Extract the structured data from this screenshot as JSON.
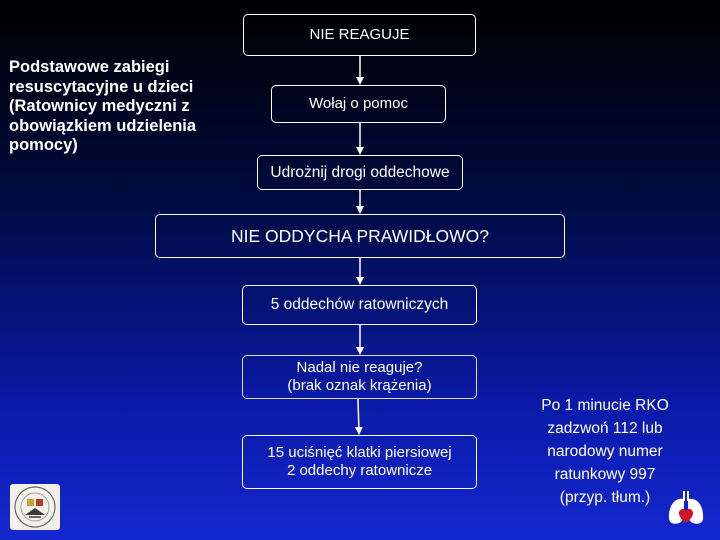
{
  "title": {
    "lines": [
      "Podstawowe zabiegi",
      "resuscytacyjne u dzieci",
      "(Ratownicy medyczni z",
      "obowiązkiem udzielenia",
      "pomocy)"
    ]
  },
  "flow": {
    "step1": "NIE REAGUJE",
    "step2": "Wołaj o pomoc",
    "step3": "Udrożnij drogi oddechowe",
    "step4": "NIE ODDYCHA PRAWIDŁOWO?",
    "step5": "5 oddechów ratowniczych",
    "step6": {
      "line1": "Nadal nie reaguje?",
      "line2": "(brak oznak krążenia)"
    },
    "step7": {
      "line1": "15 uciśnięć klatki piersiowej",
      "line2": "2 oddechy ratownicze"
    }
  },
  "side_note": {
    "lines": [
      "Po 1 minucie RKO",
      "zadzwoń 112 lub",
      "narodowy numer",
      "ratunkowy 997",
      "(przyp. tłum.)"
    ]
  },
  "colors": {
    "background_top": "#000000",
    "background_bottom": "#1428d0",
    "box_border": "#ffffff",
    "text": "#ffffff"
  },
  "icons": [
    "organization-emblem-icon",
    "lungs-heart-icon"
  ]
}
